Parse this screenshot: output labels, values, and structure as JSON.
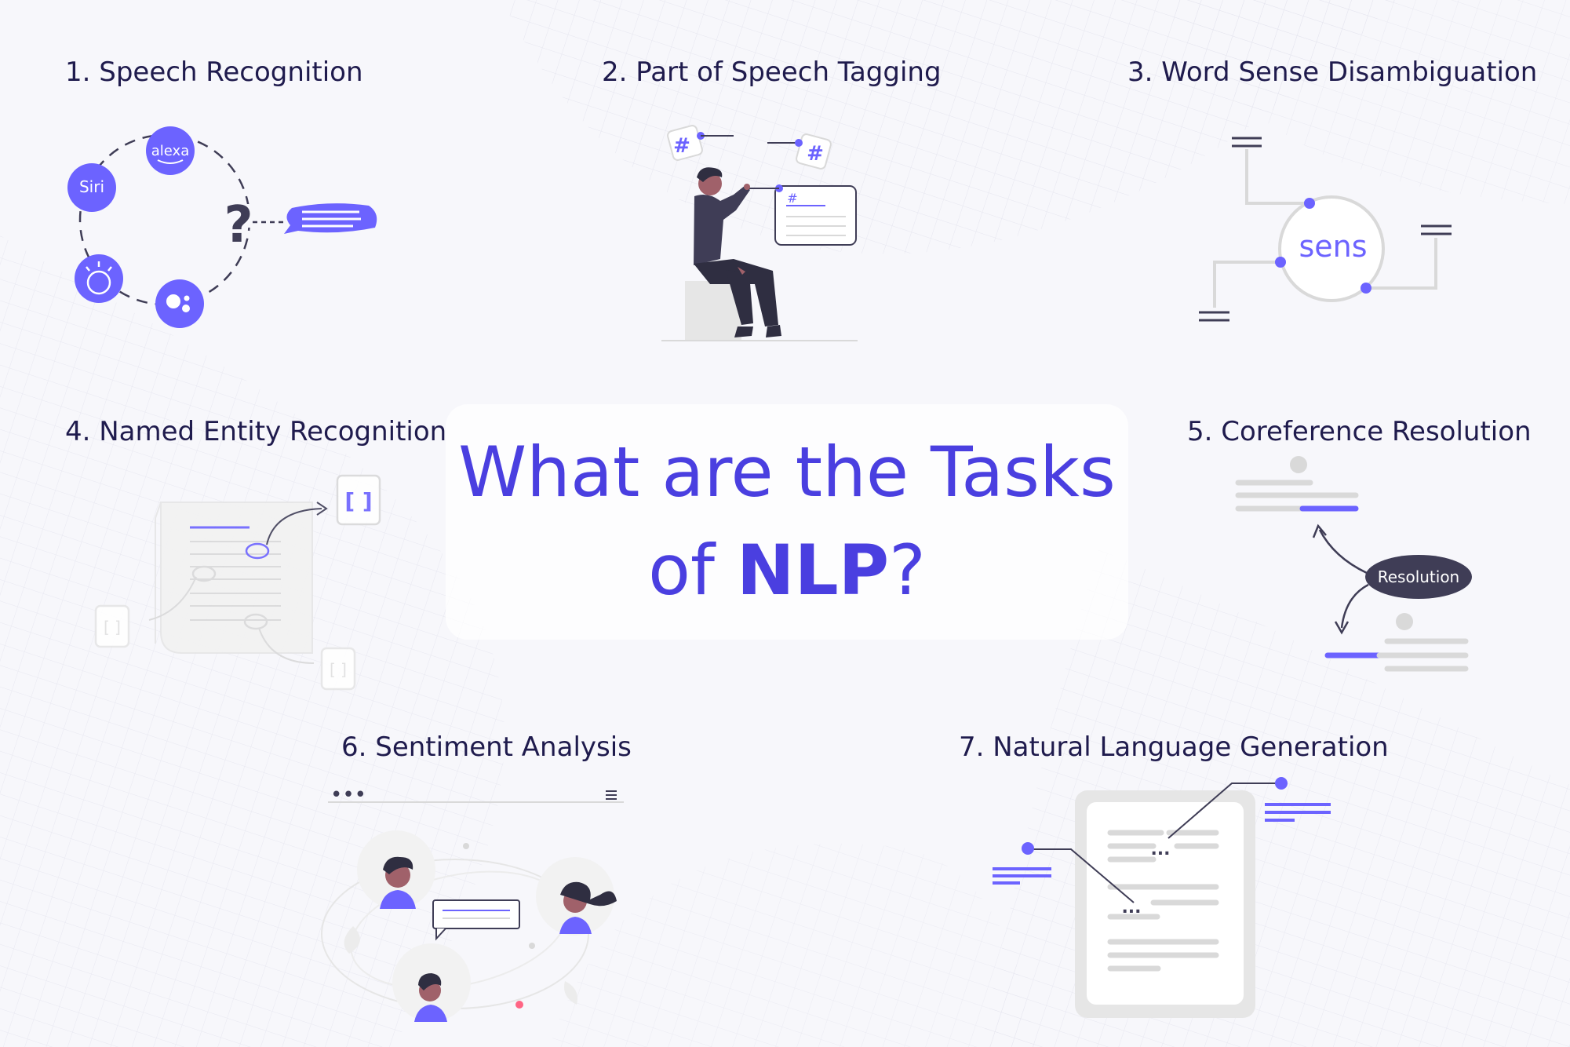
{
  "title": {
    "line1": "What are the Tasks",
    "line2_prefix": "of ",
    "line2_bold": "NLP",
    "line2_suffix": "?"
  },
  "tasks": [
    {
      "label": "1. Speech Recognition"
    },
    {
      "label": "2. Part of Speech Tagging"
    },
    {
      "label": "3. Word Sense Disambiguation"
    },
    {
      "label": "4. Named Entity Recognition"
    },
    {
      "label": "5. Coreference Resolution"
    },
    {
      "label": "6. Sentiment Analysis"
    },
    {
      "label": "7. Natural Language Generation"
    }
  ],
  "illustrations": {
    "speech": {
      "assistant_1": "alexa",
      "assistant_2": "Siri",
      "question_mark": "?",
      "icons": [
        "amazon-alexa-icon",
        "siri-icon",
        "ibm-watson-icon",
        "google-assistant-icon",
        "speech-bubble-icon"
      ]
    },
    "pos": {
      "hash_1": "#",
      "hash_2": "#",
      "hash_3": "#"
    },
    "wsd": {
      "word": "sens"
    },
    "ner": {
      "bracket": "[ ]"
    },
    "coref": {
      "badge": "Resolution"
    },
    "sentiment": {
      "dots": "•••"
    },
    "nlg": {
      "ellipsis": "..."
    }
  },
  "colors": {
    "accent": "#6c63ff",
    "title": "#4a3fe0",
    "label": "#1f1b4d",
    "dark": "#3f3d56",
    "light_gray": "#d9d9d9"
  }
}
